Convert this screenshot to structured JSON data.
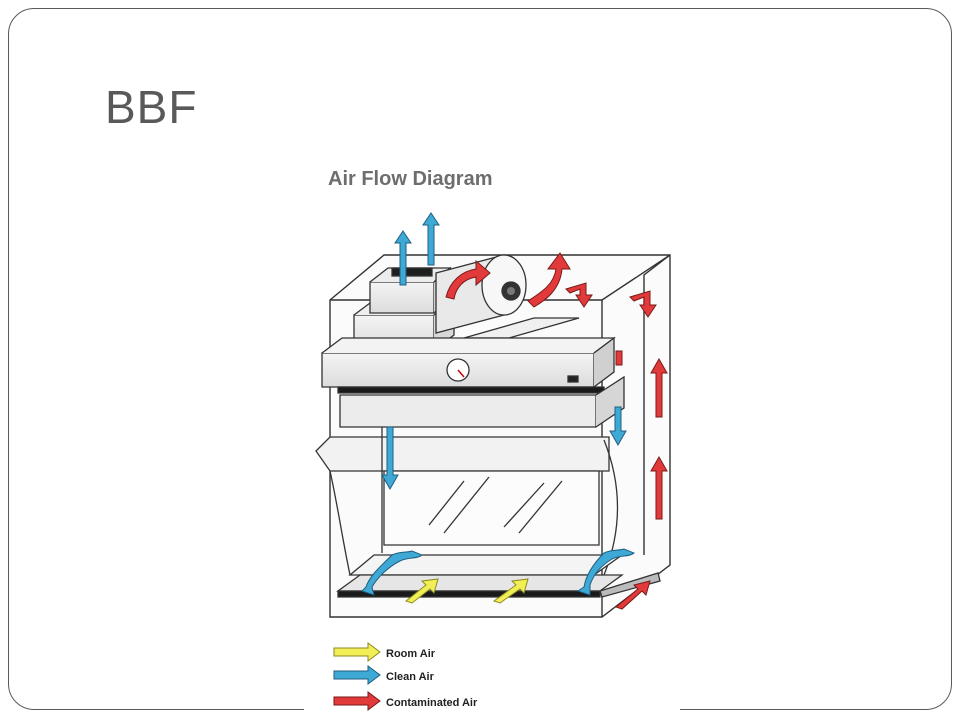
{
  "slide": {
    "title": "BBF"
  },
  "diagram": {
    "title": "Air Flow Diagram",
    "legend": [
      {
        "label": "Room Air",
        "color": "#f1ef55"
      },
      {
        "label": "Clean Air",
        "color": "#3fa9d6"
      },
      {
        "label": "Contaminated Air",
        "color": "#e23a3a"
      }
    ],
    "arrow_colors": {
      "room_air": "#f1ef55",
      "clean_air": "#3fa9d6",
      "contaminated_air": "#e23a3a"
    },
    "icons": [
      "pressure-gauge-icon",
      "blower-motor-icon",
      "hepa-filter-icon"
    ]
  }
}
